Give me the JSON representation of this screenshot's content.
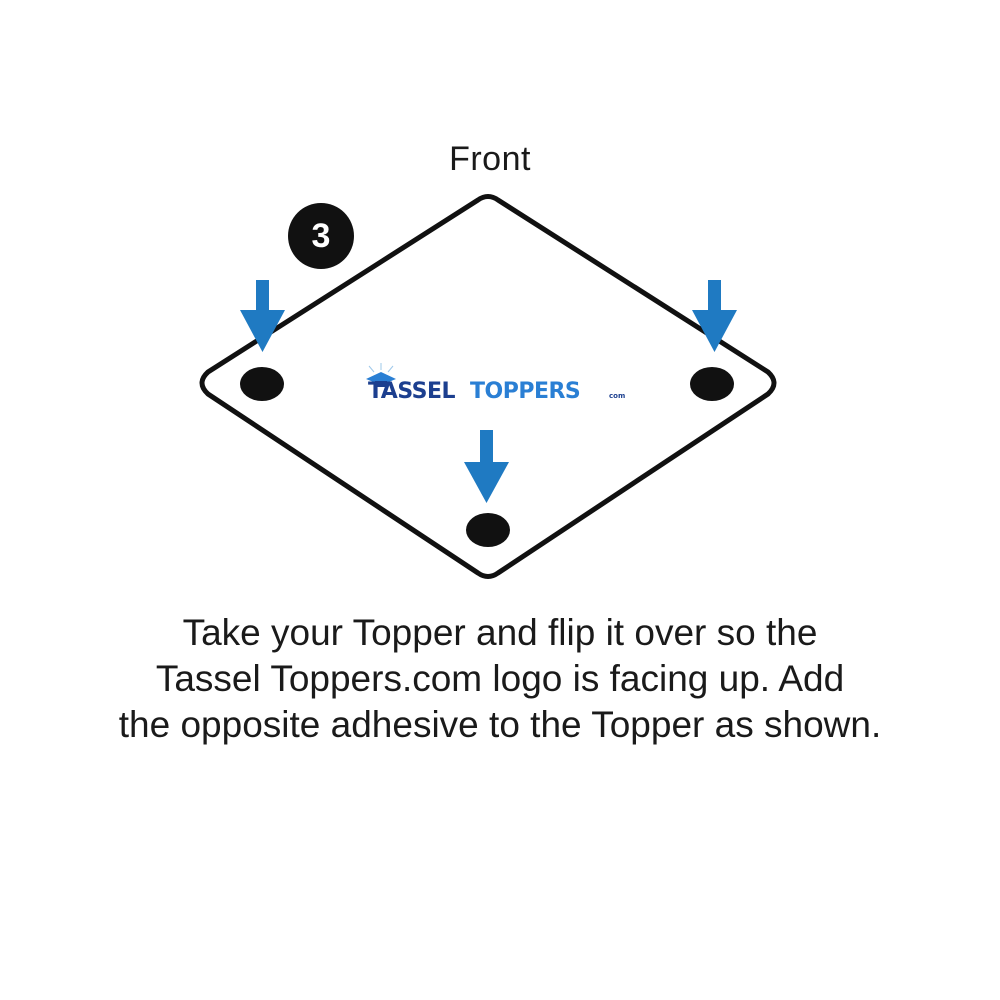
{
  "diagram": {
    "front_label": "Front",
    "step_number": "3",
    "logo": {
      "part1": "TASSEL",
      "part2": "TOPPERS",
      "suffix": "com"
    },
    "instructions": [
      "Take your Topper and flip it over so the",
      "Tassel Toppers.com logo is facing up. Add",
      "the opposite adhesive to the Topper as shown."
    ],
    "colors": {
      "arrow": "#1f7ac2",
      "outline": "#111111",
      "dot": "#111111",
      "logo_dark": "#1c3f8f",
      "logo_light": "#2a7fd4"
    },
    "icons": [
      "down-arrow-icon",
      "adhesive-dot-icon",
      "graduation-cap-icon"
    ]
  }
}
